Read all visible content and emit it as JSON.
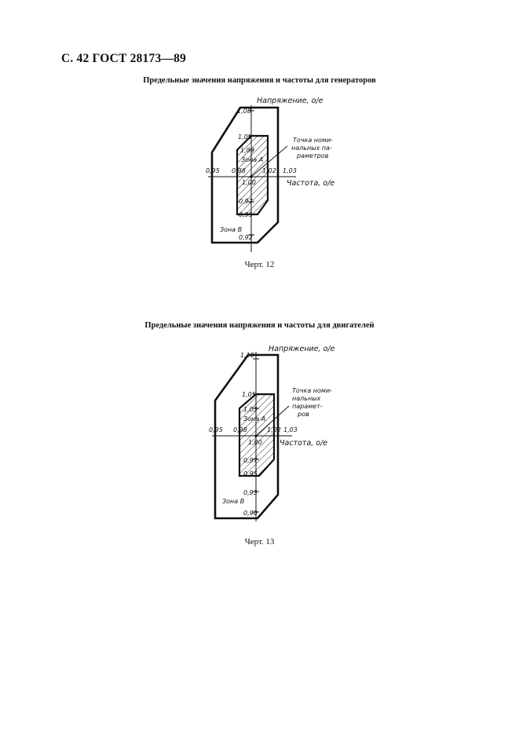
{
  "header": "С. 42 ГОСТ 28173—89",
  "figures": [
    {
      "title": "Предельные значения напряжения и частоты для генераторов",
      "caption": "Черт. 12",
      "axis_y_label": "Напряжение, о/е",
      "axis_x_label": "Частота, о/е",
      "zone_a": "Зона А",
      "zone_b": "Зона В",
      "point_label": [
        "Точка номи-",
        "нальных па-",
        "раметров"
      ],
      "y_ticks": [
        "1,08",
        "1,05",
        "1,03",
        "1,00",
        "0,97",
        "0,95",
        "0,92"
      ],
      "x_ticks": [
        "0,95",
        "0,98",
        "1,02",
        "1,03"
      ]
    },
    {
      "title": "Предельные значения напряжения и частоты для двигателей",
      "caption": "Черт. 13",
      "axis_y_label": "Напряжение, о/е",
      "axis_x_label": "Частота, о/е",
      "zone_a": "Зона А",
      "zone_b": "Зона В",
      "point_label": [
        "Точка номи-",
        "нальных",
        "парамет-",
        "ров"
      ],
      "y_ticks": [
        "1,10",
        "1,05",
        "1,03",
        "1,00",
        "0,97",
        "0,95",
        "0,93",
        "0,90"
      ],
      "x_ticks": [
        "0,95",
        "0,98",
        "1,02",
        "1,03"
      ]
    }
  ]
}
